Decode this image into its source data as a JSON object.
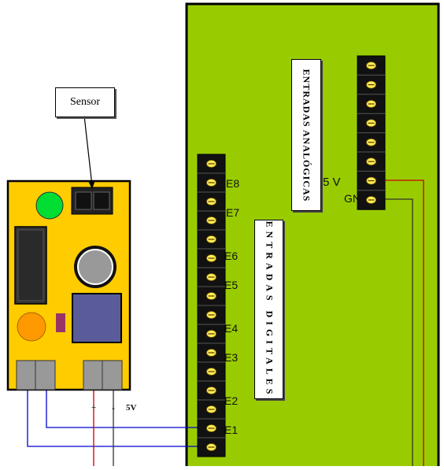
{
  "sensor_label": "Sensor",
  "analog_title": "ENTRADAS ANALÓGICAS",
  "digital_title": "ENTRADAS DIGITALES",
  "analog_pins": {
    "v5": "5 V",
    "gnd": "GN"
  },
  "digital_labels": [
    "E8",
    "E7",
    "E6",
    "E5",
    "E4",
    "E3",
    "E2",
    "E1"
  ],
  "power_labels": {
    "plus": "+",
    "minus": "-",
    "v5": "5V"
  },
  "colors": {
    "board": "#99cc00",
    "sensor_module": "#ffcc00",
    "led_green": "#00dd33",
    "led_orange": "#ff9900",
    "relay": "#5a5c99",
    "wire_blue": "#0000cc",
    "wire_red": "#cc0000"
  }
}
